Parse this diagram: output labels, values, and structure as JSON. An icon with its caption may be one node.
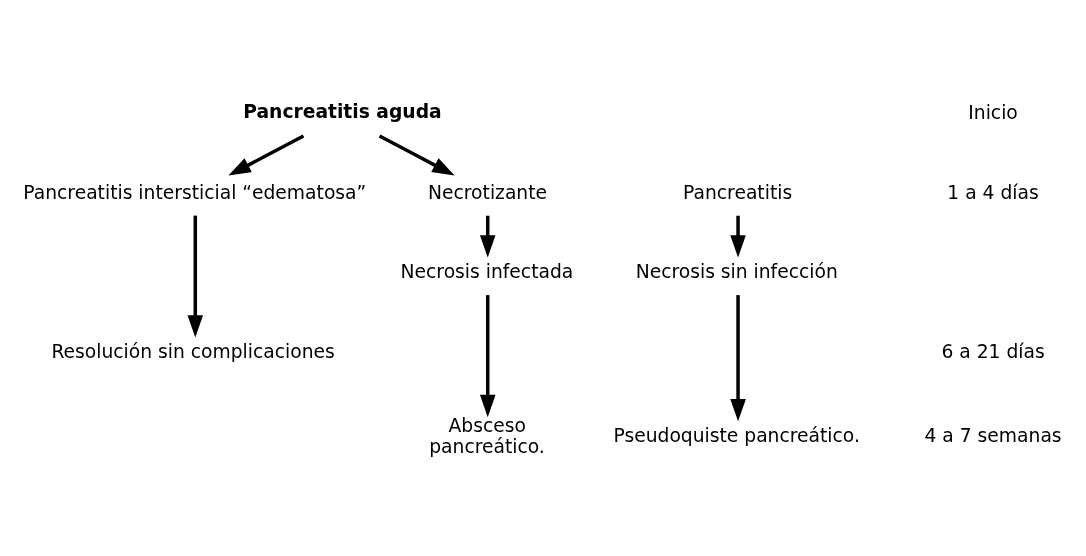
{
  "diagram": {
    "nodes": [
      {
        "text": [
          "Pancreatitis aguda"
        ]
      },
      {
        "text": [
          "Pancreatitis intersticial “edematosa”"
        ]
      },
      {
        "text": [
          "Pancreatitis"
        ]
      },
      {
        "text": [
          "Necrotizante"
        ]
      },
      {
        "text": [
          "Necrosis sin infección"
        ]
      },
      {
        "text": [
          "Necrosis infectada"
        ]
      },
      {
        "text": [
          "Resolución sin complicaciones"
        ]
      },
      {
        "text": [
          "Pseudoquiste pancreático."
        ]
      },
      {
        "text": [
          "Absceso",
          "pancreático."
        ]
      }
    ],
    "edges": [
      {
        "from": 0,
        "to": 1,
        "arrow": "to"
      },
      {
        "from": 0,
        "to": 3,
        "arrow": "to"
      },
      {
        "from": 2,
        "to": 4,
        "arrow": "to"
      },
      {
        "from": 3,
        "to": 5,
        "arrow": "to"
      },
      {
        "from": 1,
        "to": 6,
        "arrow": "to"
      },
      {
        "from": 4,
        "to": 7,
        "arrow": "to"
      },
      {
        "from": 5,
        "to": 8,
        "arrow": "to"
      }
    ],
    "labels": [
      "Inicio",
      "1 a 4 días",
      "6 a 21 días",
      "4 a 7 semanas"
    ]
  }
}
